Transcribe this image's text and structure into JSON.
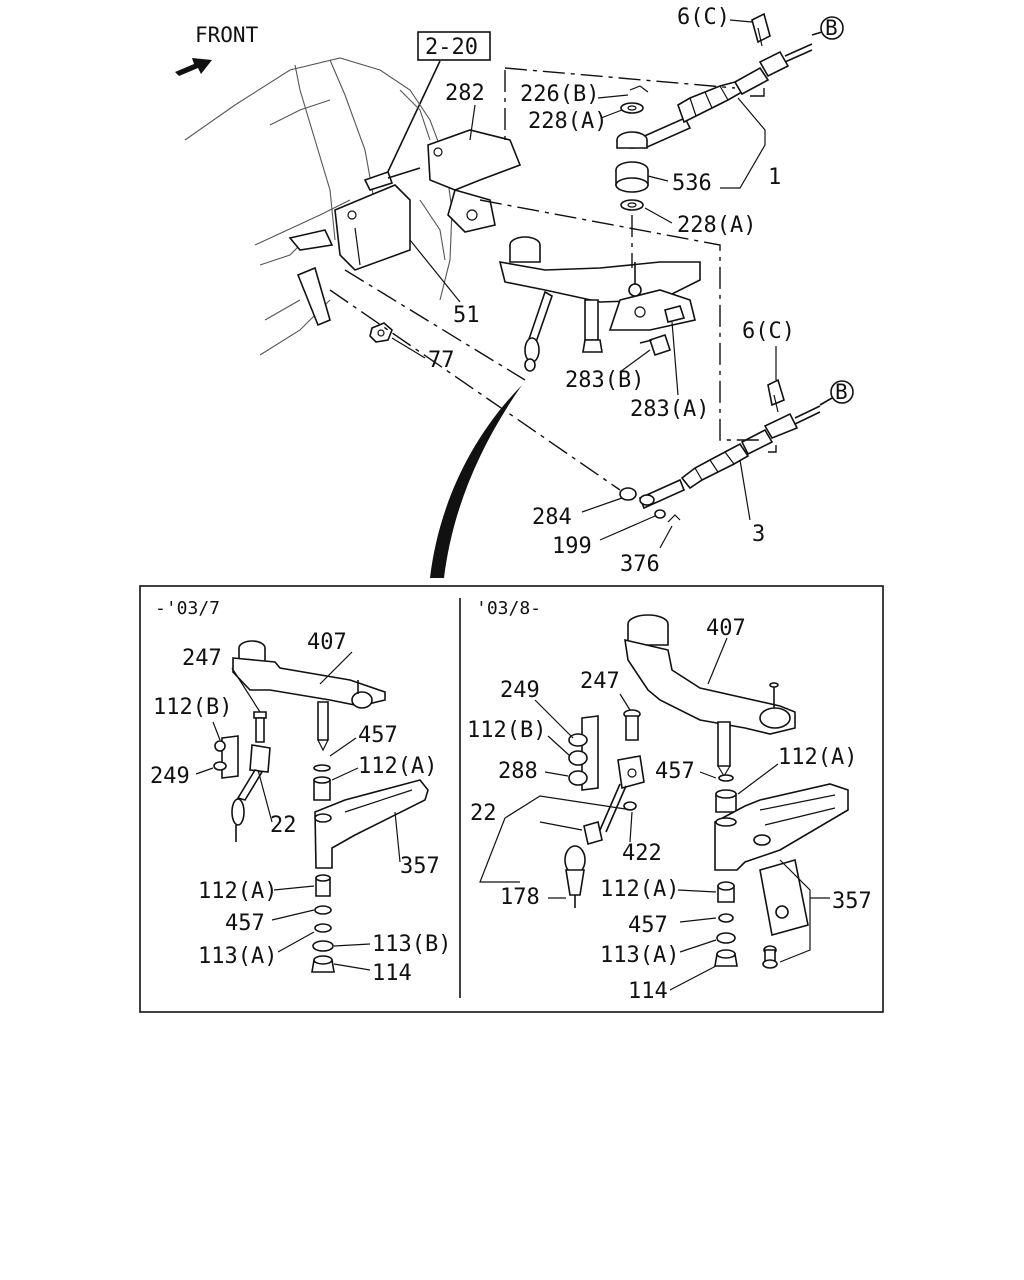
{
  "orientation": {
    "front_label": "FRONT"
  },
  "reference_box": "2-20",
  "callout_b": "B",
  "top_labels": {
    "l282": "282",
    "l226b": "226(B)",
    "l228a_1": "228(A)",
    "l536": "536",
    "l1": "1",
    "l228a_2": "228(A)",
    "l6c_1": "6(C)",
    "l6c_2": "6(C)",
    "l51": "51",
    "l77": "77",
    "l283b": "283(B)",
    "l283a": "283(A)",
    "l284": "284",
    "l199": "199",
    "l376": "376",
    "l3": "3"
  },
  "left_panel": {
    "period": "-'03/7",
    "l407": "407",
    "l247": "247",
    "l112b": "112(B)",
    "l249": "249",
    "l457_1": "457",
    "l112a_1": "112(A)",
    "l22": "22",
    "l357": "357",
    "l112a_2": "112(A)",
    "l457_2": "457",
    "l113a": "113(A)",
    "l113b": "113(B)",
    "l114": "114"
  },
  "right_panel": {
    "period": "'03/8-",
    "l407": "407",
    "l249": "249",
    "l247": "247",
    "l112b": "112(B)",
    "l288": "288",
    "l457_1": "457",
    "l112a_1": "112(A)",
    "l22": "22",
    "l422": "422",
    "l178": "178",
    "l112a_2": "112(A)",
    "l457_2": "457",
    "l357": "357",
    "l113a": "113(A)",
    "l114": "114"
  }
}
